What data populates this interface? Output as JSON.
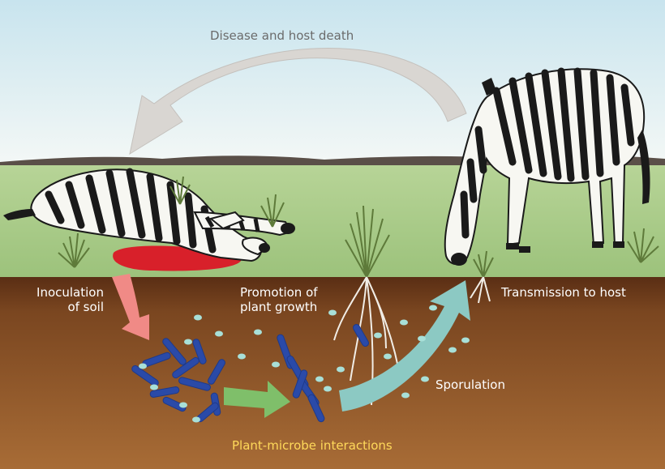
{
  "labels": {
    "disease": "Disease and host death",
    "inoculation_line1": "Inoculation",
    "inoculation_line2": "of soil",
    "promotion_line1": "Promotion of",
    "promotion_line2": "plant growth",
    "transmission": "Transmission to host",
    "sporulation": "Sporulation",
    "plant_microbe": "Plant-microbe interactions"
  },
  "colors": {
    "sky_top": "#c8e4ee",
    "sky_bottom": "#f4f8f6",
    "grass": "#a5c784",
    "soil_top": "#6a3a1a",
    "soil_bottom": "#a56a34",
    "blood": "#d8202a",
    "bacteria": "#2a4aa8",
    "spore": "#a8e0d8",
    "arrow_grey": "#d9d6d2",
    "arrow_pink": "#f08a86",
    "arrow_green": "#7fbf6a",
    "arrow_teal": "#8cc9c3",
    "label_gold": "#ffd95a"
  },
  "icons": [
    "dead-zebra-icon",
    "grazing-zebra-icon",
    "grass-tuft-icon",
    "bacteria-icon",
    "spore-icon",
    "cycle-arrow-icon"
  ]
}
